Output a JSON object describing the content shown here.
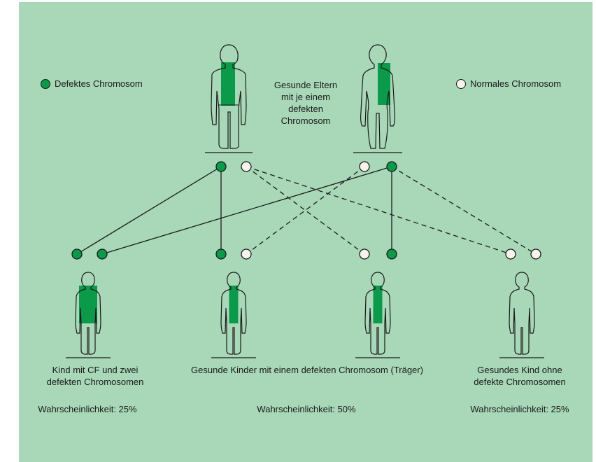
{
  "colors": {
    "background": "#a8d8b8",
    "defect": "#0a9a4a",
    "normal": "#f4f4ec",
    "line": "#1a1a1a"
  },
  "legend": {
    "defect_label": "Defektes Chromosom",
    "normal_label": "Normales Chromosom"
  },
  "parents": {
    "label_lines": [
      "Gesunde Eltern",
      "mit je einem",
      "defekten",
      "Chromosom"
    ]
  },
  "children": [
    {
      "caption_lines": [
        "Kind mit CF und zwei",
        "defekten Chromosomen"
      ],
      "probability": "Wahrscheinlichkeit: 25%",
      "defect_share": 1.0
    },
    {
      "caption_lines": [
        "Gesunde Kinder mit einem defekten Chromosom (Träger)"
      ],
      "probability": "Wahrscheinlichkeit: 50%",
      "defect_share": 0.5
    },
    {
      "caption_lines": [],
      "probability": "",
      "defect_share": 0.5
    },
    {
      "caption_lines": [
        "Gesundes Kind ohne",
        "defekte Chromosomen"
      ],
      "probability": "Wahrscheinlichkeit: 25%",
      "defect_share": 0.0
    }
  ]
}
